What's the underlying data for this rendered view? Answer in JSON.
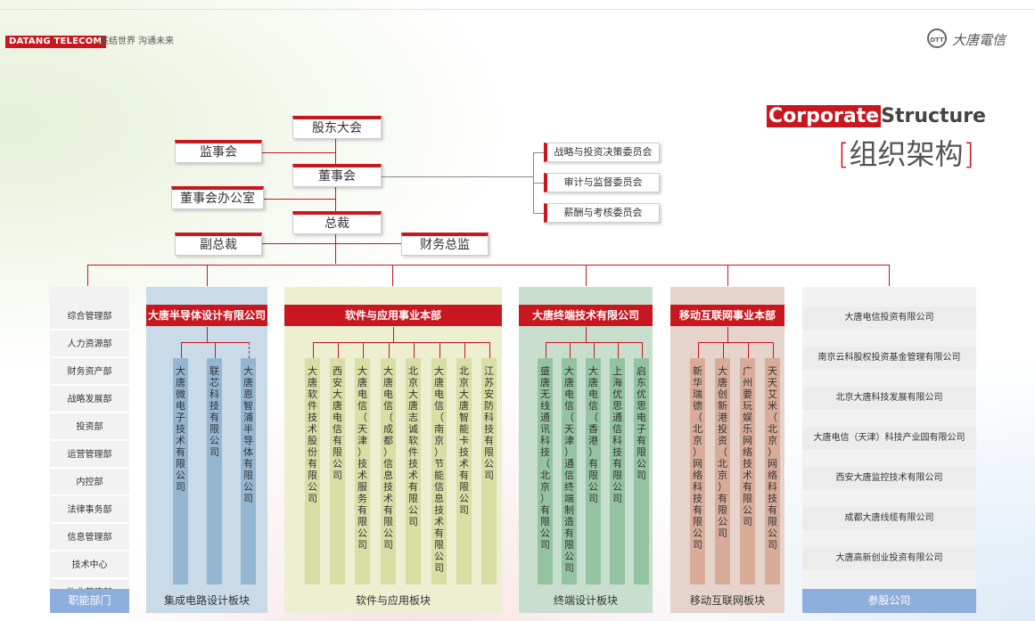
{
  "header": {
    "brand": "DATANG TELECOM",
    "slogan": "联结世界 沟通未来",
    "logo_mark": "DTT",
    "logo_text": "大唐電信"
  },
  "title": {
    "en_part1": "Corporate",
    "en_part2": "Structure",
    "cn_bracket_open": "[",
    "cn": "组织架构",
    "cn_bracket_close": "]"
  },
  "top_nodes": {
    "shareholders": "股东大会",
    "supervisors": "监事会",
    "board": "董事会",
    "board_office": "董事会办公室",
    "president": "总裁",
    "vp": "副总裁",
    "cfo": "财务总监"
  },
  "committees": [
    "战略与投资决策委员会",
    "审计与监督委员会",
    "薪酬与考核委员会"
  ],
  "functional": {
    "departments": [
      "综合管理部",
      "人力资源部",
      "财务资产部",
      "战略发展部",
      "投资部",
      "运营管理部",
      "内控部",
      "法律事务部",
      "信息管理部",
      "技术中心",
      "物业基建部"
    ],
    "footer": "职能部门"
  },
  "sections": [
    {
      "header": "大唐半导体设计有限公司",
      "footer": "集成电路设计板块",
      "companies": [
        "大唐微电子技术有限公司",
        "联芯科技有限公司",
        "大唐恩智浦半导体有限公司"
      ]
    },
    {
      "header": "软件与应用事业本部",
      "footer": "软件与应用板块",
      "companies": [
        "大唐软件技术股份有限公司",
        "西安大唐电信有限公司",
        "大唐电信（天津）技术服务有限公司",
        "大唐电信（成都）信息技术有限公司",
        "北京大唐志诚软件技术有限公司",
        "大唐电信（南京）节能信息技术有限公司",
        "北京大唐智能卡技术有限公司",
        "江苏安防科技有限公司"
      ]
    },
    {
      "header": "大唐终端技术有限公司",
      "footer": "终端设计板块",
      "companies": [
        "盛唐无线通讯科技（北京）有限公司",
        "大唐电信（天津）通信终端制造有限公司",
        "大唐电信（香港）有限公司",
        "上海优思通信科技有限公司",
        "启东优思电子有限公司"
      ]
    },
    {
      "header": "移动互联网事业本部",
      "footer": "移动互联网板块",
      "companies": [
        "新华瑞德（北京）网络科技有限公司",
        "大唐创新港投资（北京）有限公司",
        "广州要玩娱乐网络技术有限公司",
        "天天艾米（北京）网络科技有限公司"
      ]
    }
  ],
  "participating": {
    "companies": [
      "大唐电信投资有限公司",
      "南京云科股权投资基金管理有限公司",
      "北京大唐科技发展有限公司",
      "大唐电信（天津）科技产业园有限公司",
      "西安大唐监控技术有限公司",
      "成都大唐线缆有限公司",
      "大唐高新创业投资有限公司"
    ],
    "footer": "参股公司"
  },
  "colors": {
    "accent": "#c8171e",
    "ic_bg": "#c9dbe9",
    "ic_bar": "#94b6d1",
    "sw_bg": "#ecefd0",
    "sw_bar": "#d8dea4",
    "term_bg": "#c8dfcf",
    "term_bar": "#94c3a1",
    "mob_bg": "#e6d3cb",
    "mob_bar": "#d8ac98"
  }
}
